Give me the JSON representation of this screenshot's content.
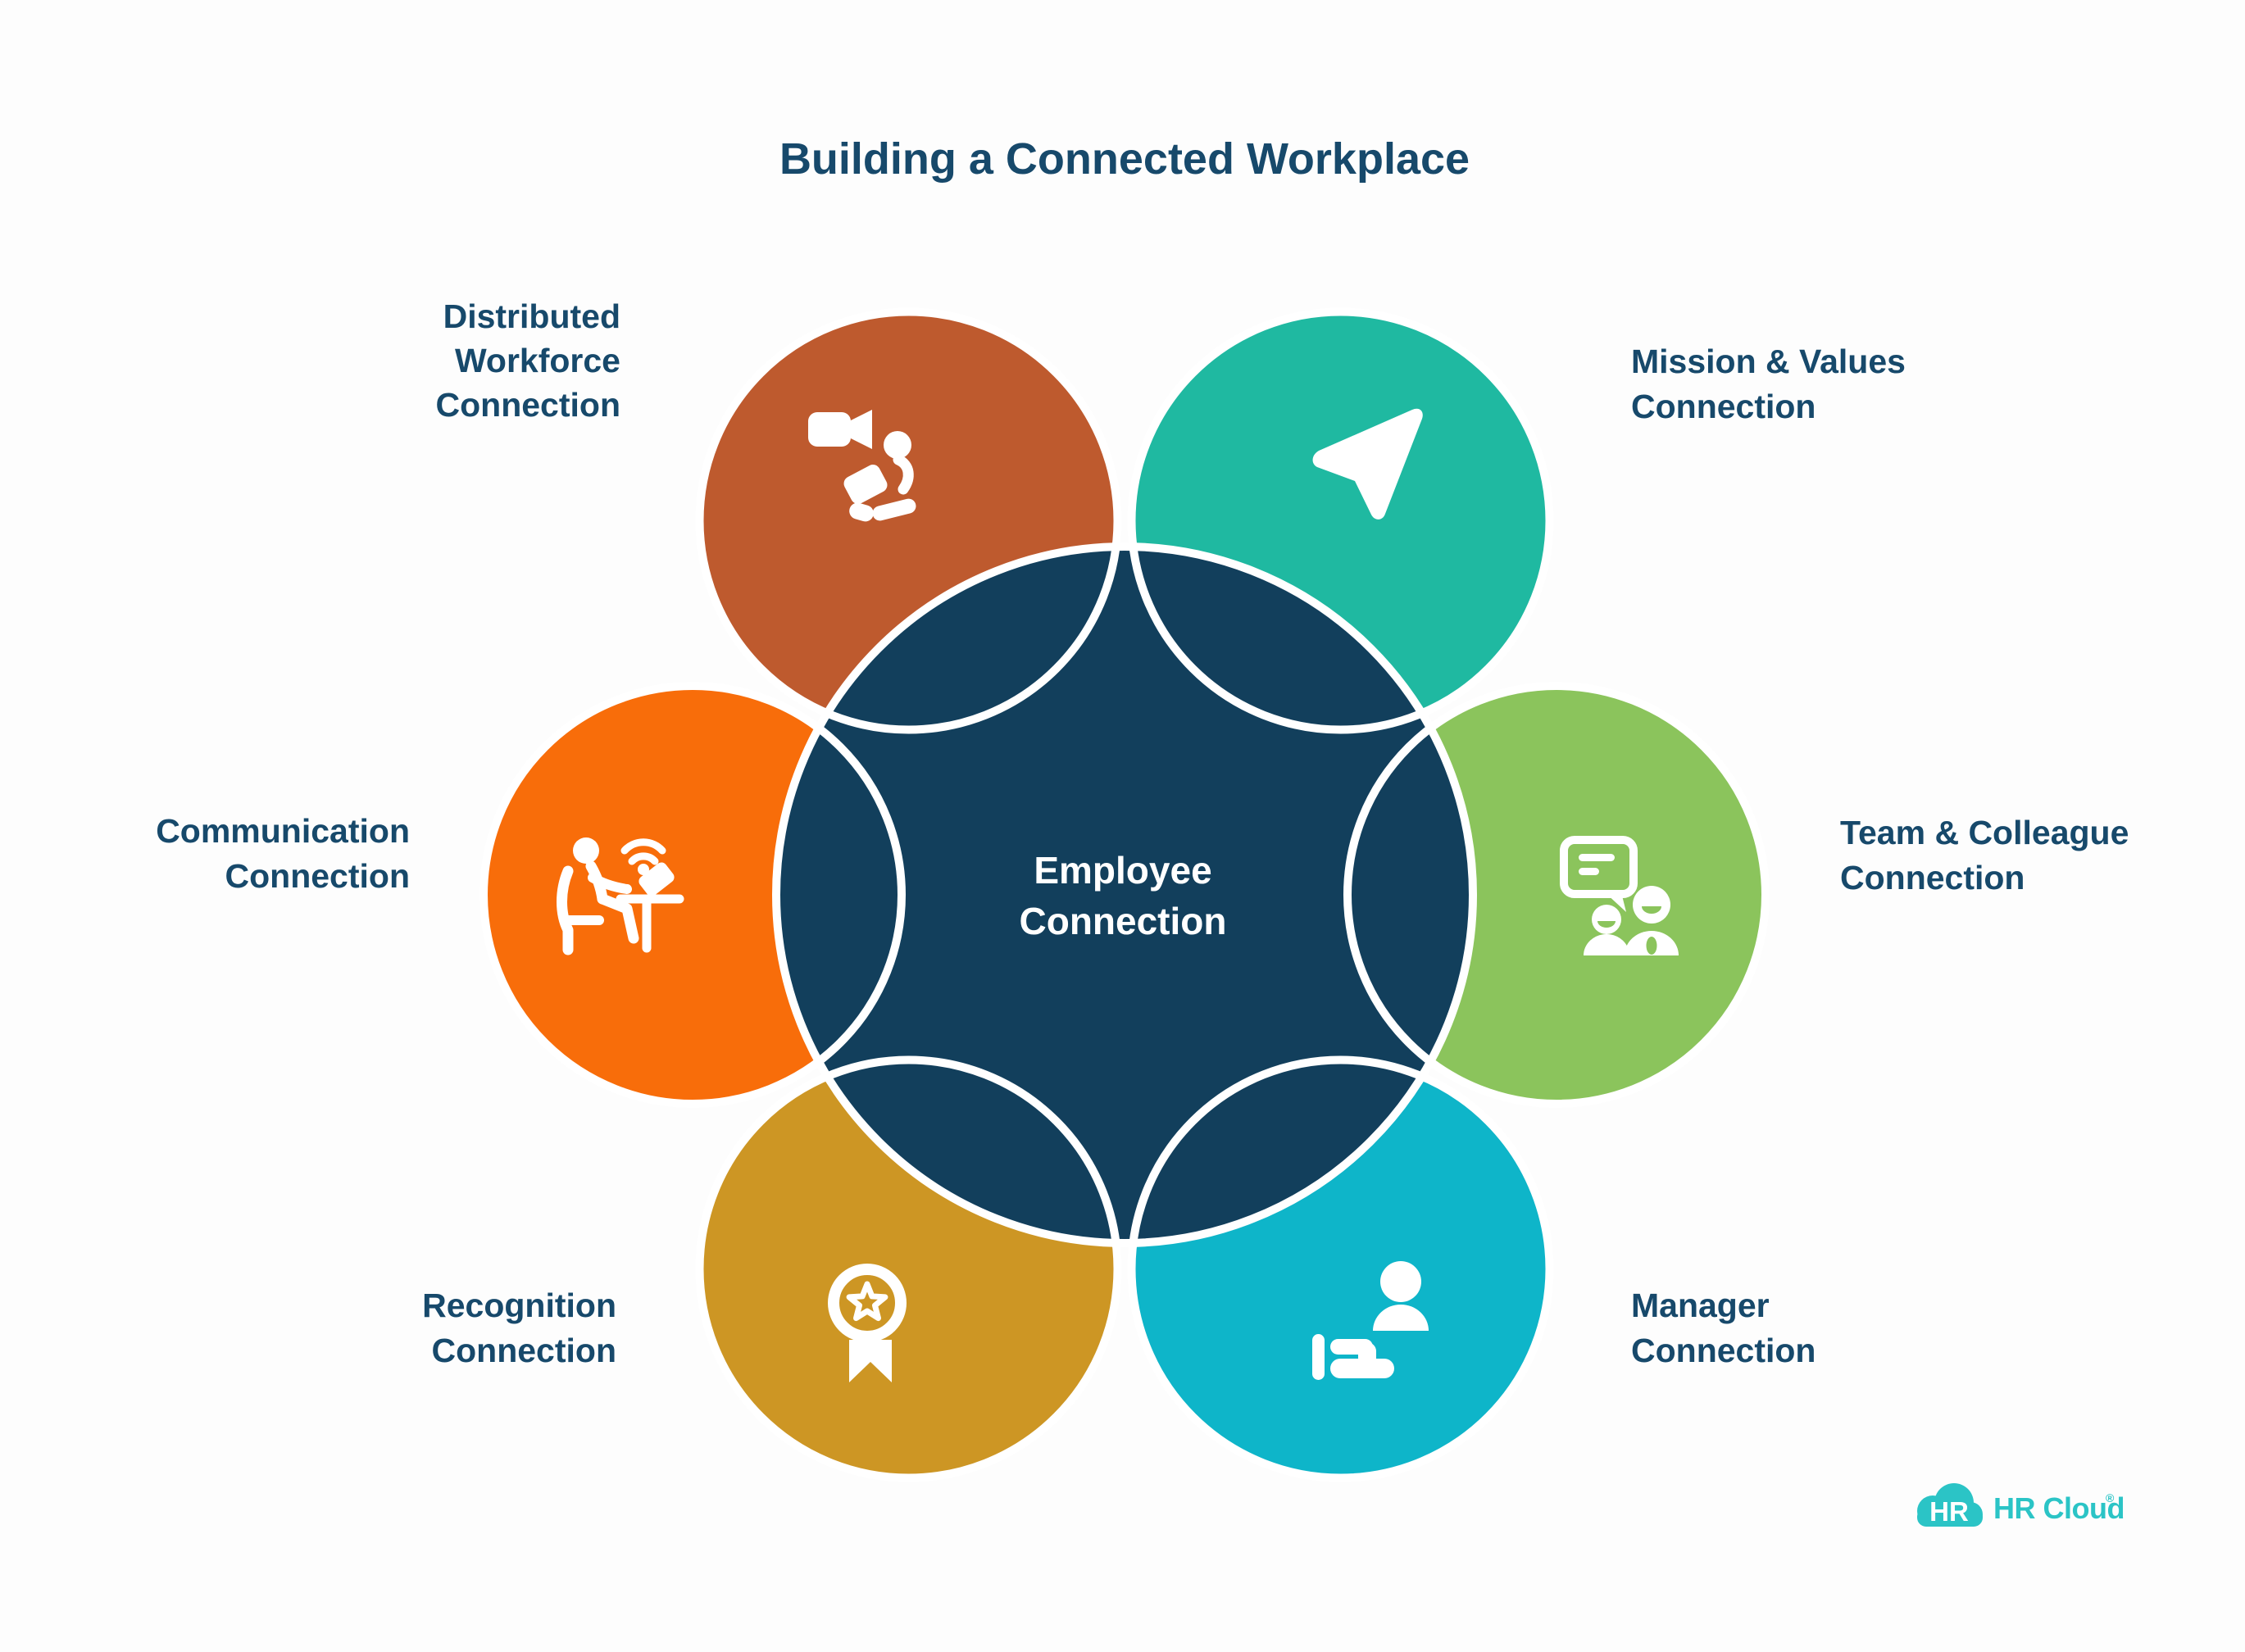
{
  "title": "Building a Connected Workplace",
  "center_bubble": {
    "label_lines": [
      "Employee",
      "Connection"
    ]
  },
  "bubbles": [
    {
      "id": "distributed-workforce",
      "label_lines": [
        "Distributed",
        "Workforce",
        "Connection"
      ],
      "icon": "video-call-person-icon",
      "color": "#BE5A2E"
    },
    {
      "id": "mission-values",
      "label_lines": [
        "Mission & Values",
        "Connection"
      ],
      "icon": "paper-plane-icon",
      "color": "#1FB9A1"
    },
    {
      "id": "team-colleague",
      "label_lines": [
        "Team & Colleague",
        "Connection"
      ],
      "icon": "chat-people-icon",
      "color": "#8BC45C"
    },
    {
      "id": "manager",
      "label_lines": [
        "Manager",
        "Connection"
      ],
      "icon": "hand-holding-person-icon",
      "color": "#0EB5C9"
    },
    {
      "id": "recognition",
      "label_lines": [
        "Recognition",
        "Connection"
      ],
      "icon": "award-medal-icon",
      "color": "#CD9624"
    },
    {
      "id": "communication",
      "label_lines": [
        "Communication",
        "Connection"
      ],
      "icon": "person-desk-wifi-icon",
      "color": "#F86D0A"
    }
  ],
  "logo": {
    "badge": "HR",
    "brand": "HR Cloud",
    "registered_mark": "®"
  },
  "colors": {
    "background": "#FDFDFD",
    "navy": "#123F5C",
    "text": "#17496B",
    "white": "#FFFFFF",
    "rust": "#BE5A2E",
    "teal": "#1FB9A1",
    "green": "#8BC45C",
    "cyan": "#0EB5C9",
    "gold": "#CD9624",
    "orange": "#F86D0A",
    "logo_teal": "#2BC4C6"
  }
}
